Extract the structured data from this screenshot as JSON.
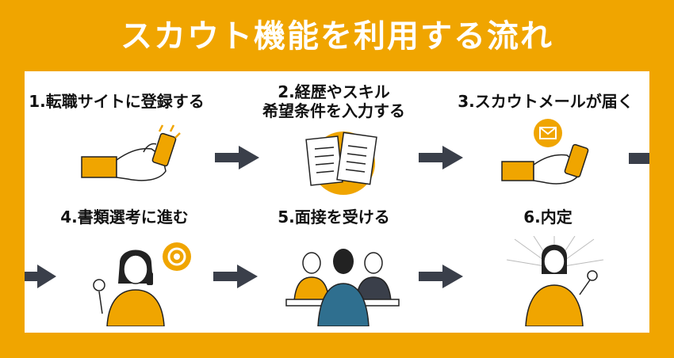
{
  "title": "スカウト機能を利用する流れ",
  "colors": {
    "background": "#F0A500",
    "panel": "#FFFFFF",
    "arrow": "#3A3F4A",
    "accent": "#F0A500",
    "text": "#111111"
  },
  "steps": [
    {
      "label": "1.転職サイトに登録する",
      "icon": "hand-holding-phone-icon"
    },
    {
      "label_line1": "2.経歴やスキル",
      "label_line2": "希望条件を入力する",
      "icon": "documents-checklist-icon"
    },
    {
      "label": "3.スカウトメールが届く",
      "icon": "phone-mail-notification-icon"
    },
    {
      "label": "4.書類選考に進む",
      "icon": "woman-on-phone-ok-icon"
    },
    {
      "label": "5.面接を受ける",
      "icon": "interview-icon"
    },
    {
      "label": "6.内定",
      "icon": "woman-success-icon"
    }
  ]
}
